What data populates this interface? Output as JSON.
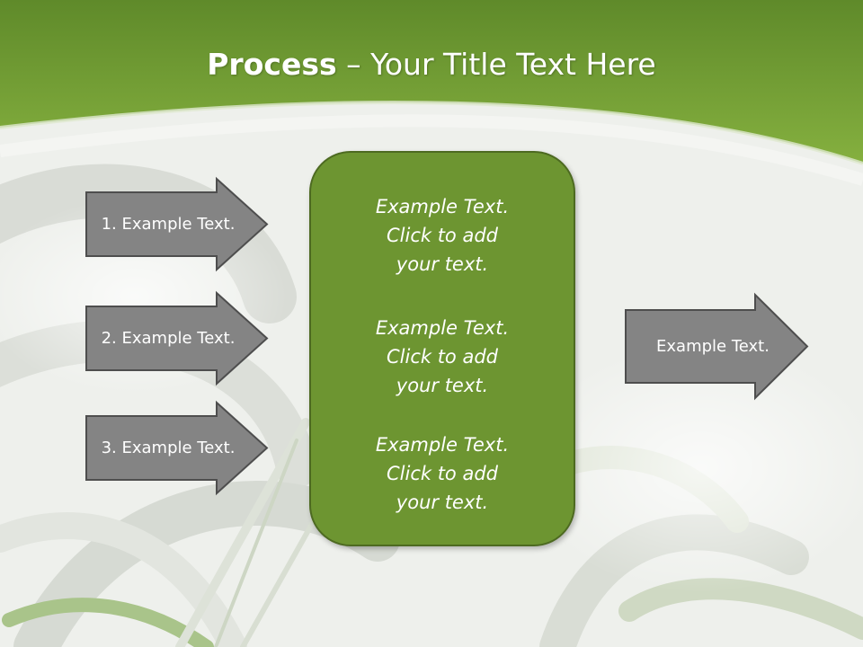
{
  "slide": {
    "title_bold": "Process",
    "title_rest": " – Your Title Text Here"
  },
  "inputs": [
    {
      "label": "1. Example Text."
    },
    {
      "label": "2. Example Text."
    },
    {
      "label": "3. Example Text."
    }
  ],
  "center_box": {
    "paragraphs": [
      "Example Text.\nClick  to add\nyour text.",
      "Example Text.\nClick  to add\nyour text.",
      "Example Text.\nClick  to add\nyour text."
    ]
  },
  "output": {
    "label": "Example Text."
  },
  "colors": {
    "header_green": "#7aa33a",
    "box_green": "#6d9531",
    "arrow_gray": "#848484",
    "text": "#ffffff"
  }
}
